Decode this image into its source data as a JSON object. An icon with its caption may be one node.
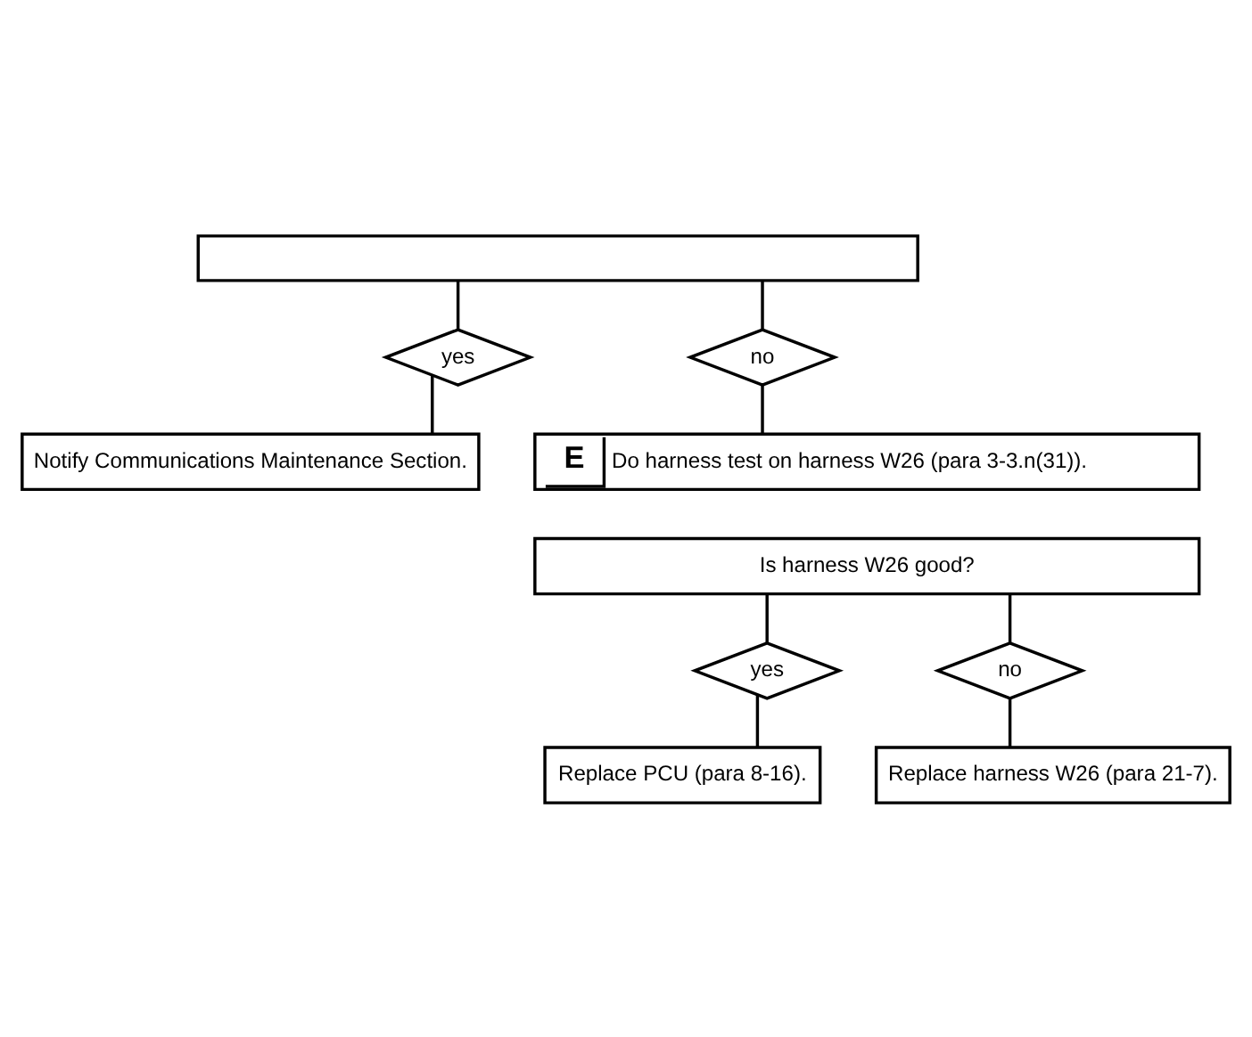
{
  "diagram": {
    "nodes": [
      {
        "text": [],
        "shape": "box"
      },
      {
        "text": [
          "yes"
        ]
      },
      {
        "text": [
          "no"
        ]
      },
      {
        "text": [
          "Notify Communications Maintenance Section."
        ]
      },
      {
        "text": [
          "E",
          "Do harness test on harness W26 (para 3-3.n(31))."
        ]
      },
      {
        "text": [
          "Is harness W26 good?"
        ]
      },
      {
        "text": [
          "yes"
        ]
      },
      {
        "text": [
          "no"
        ]
      },
      {
        "text": [
          "Replace PCU (para 8-16)."
        ]
      },
      {
        "text": [
          "Replace harness W26 (para 21-7)."
        ]
      }
    ],
    "edges": [
      {
        "from": 0,
        "to": 1,
        "arrow": "none"
      },
      {
        "from": 0,
        "to": 2,
        "arrow": "none"
      },
      {
        "from": 1,
        "to": 3,
        "arrow": "none"
      },
      {
        "from": 2,
        "to": 4,
        "arrow": "none"
      },
      {
        "from": 5,
        "to": 6,
        "arrow": "none"
      },
      {
        "from": 5,
        "to": 7,
        "arrow": "none"
      },
      {
        "from": 6,
        "to": 8,
        "arrow": "none"
      },
      {
        "from": 7,
        "to": 9,
        "arrow": "none"
      }
    ]
  }
}
